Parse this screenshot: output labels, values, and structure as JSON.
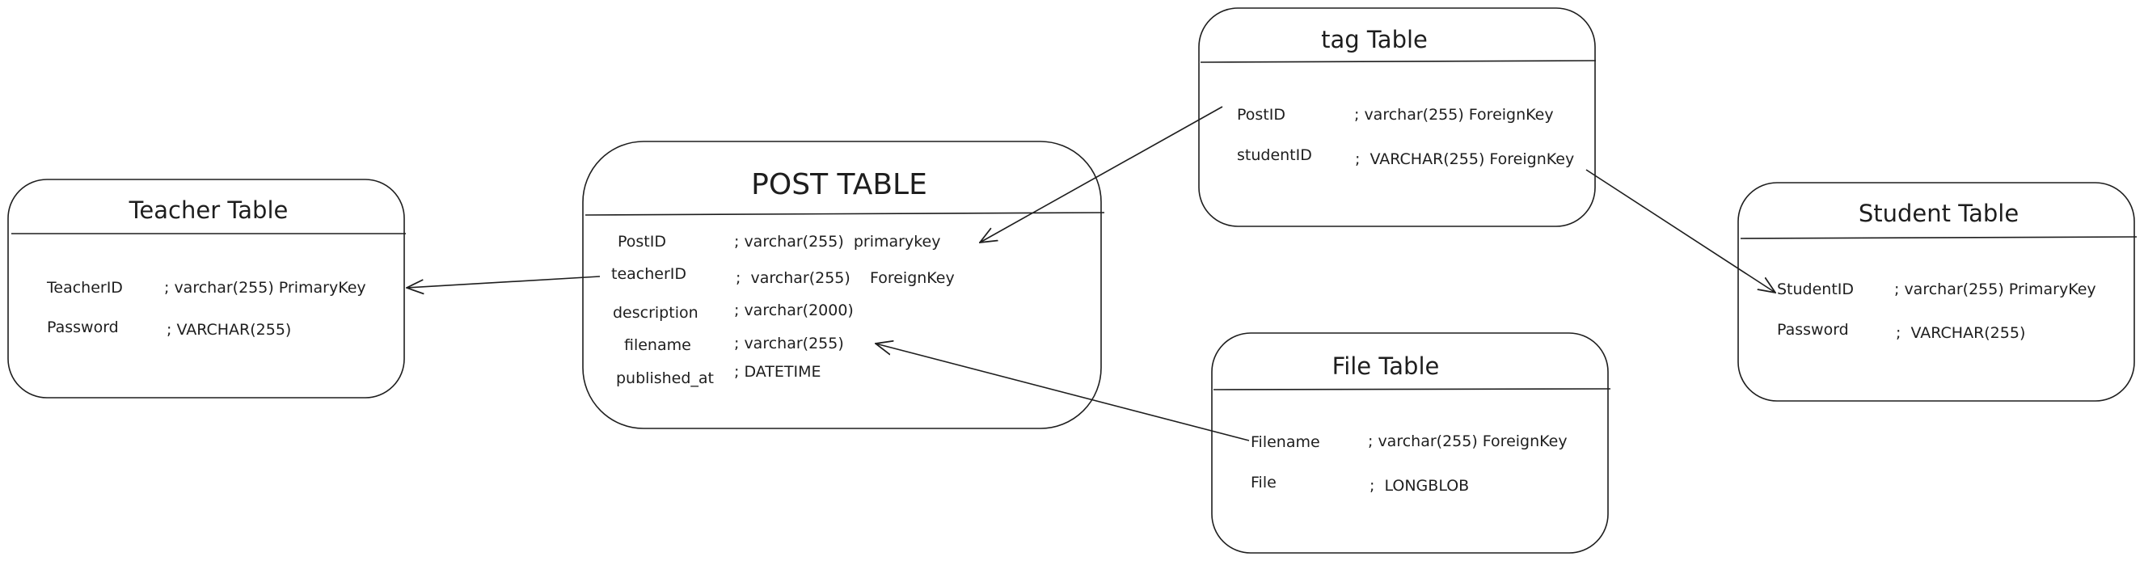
{
  "tables": {
    "teacher": {
      "title": "Teacher Table",
      "rows": [
        {
          "name": "TeacherID",
          "type": "; varchar(255) PrimaryKey"
        },
        {
          "name": "Password",
          "type": "; VARCHAR(255)"
        }
      ]
    },
    "post": {
      "title": "POST TABLE",
      "rows": [
        {
          "name": "PostID",
          "type": "; varchar(255)  primarykey"
        },
        {
          "name": "teacherID",
          "type": ";  varchar(255)    ForeignKey"
        },
        {
          "name": "description",
          "type": "; varchar(2000)"
        },
        {
          "name": "filename",
          "type": "; varchar(255)"
        },
        {
          "name": "published_at",
          "type": "; DATETIME"
        }
      ]
    },
    "tag": {
      "title": "tag Table",
      "rows": [
        {
          "name": "PostID",
          "type": "; varchar(255) ForeignKey"
        },
        {
          "name": "studentID",
          "type": ";  VARCHAR(255) ForeignKey"
        }
      ]
    },
    "file": {
      "title": "File Table",
      "rows": [
        {
          "name": "Filename",
          "type": "; varchar(255) ForeignKey"
        },
        {
          "name": "File",
          "type": ";  LONGBLOB"
        }
      ]
    },
    "student": {
      "title": "Student Table",
      "rows": [
        {
          "name": "StudentID",
          "type": "; varchar(255) PrimaryKey"
        },
        {
          "name": "Password",
          "type": ";  VARCHAR(255)"
        }
      ]
    }
  },
  "relations": [
    {
      "from": "post.teacherID",
      "to": "teacher.TeacherID"
    },
    {
      "from": "tag.PostID",
      "to": "post.PostID"
    },
    {
      "from": "tag.studentID",
      "to": "student.StudentID"
    },
    {
      "from": "file.Filename",
      "to": "post.filename"
    }
  ],
  "colors": {
    "stroke": "#1e1e1e",
    "background": "#ffffff"
  }
}
